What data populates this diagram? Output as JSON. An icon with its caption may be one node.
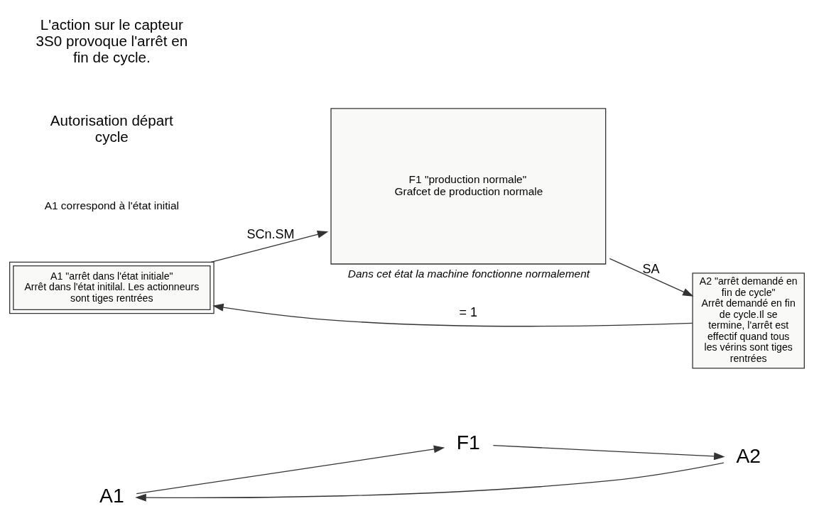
{
  "diagram": {
    "nodes": [
      {
        "text": [
          "A1"
        ]
      },
      {
        "text": [
          "F1"
        ]
      },
      {
        "text": [
          "A2"
        ]
      },
      {
        "text": [
          "A1 \"arrêt dans l'état initiale\"",
          "Arrêt dans l'état initilal. Les actionneurs sont tiges rentrées"
        ]
      },
      {
        "text": [
          "F1 \"production normale\"",
          "Grafcet de production normale"
        ],
        "beside": [
          "Dans cet état la machine fonctionne normalement"
        ]
      },
      {
        "text": [
          "A2 \"arrêt demandé en fin de cycle\"",
          "Arrêt demandé en fin de cycle.Il se termine, l'arrêt est effectif quand tous les vérins sont tiges rentrées"
        ]
      }
    ],
    "edges": [
      {
        "from": 0,
        "to": 1,
        "arrow": "to"
      },
      {
        "from": 1,
        "to": 2,
        "arrow": "to"
      },
      {
        "from": 2,
        "to": 0,
        "arrow": "to"
      },
      {
        "from": 3,
        "to": 4,
        "arrow": "to",
        "label": "SCn.SM"
      },
      {
        "from": 4,
        "to": 5,
        "arrow": "to",
        "label": "SA"
      },
      {
        "from": 5,
        "to": 3,
        "arrow": "to",
        "label": "= 1"
      }
    ],
    "labels": [
      "A1 correspond à l'état initial",
      "Autorisation départ cycle",
      "L'action sur le capteur 3S0 provoque l'arrêt en fin de cycle."
    ]
  }
}
